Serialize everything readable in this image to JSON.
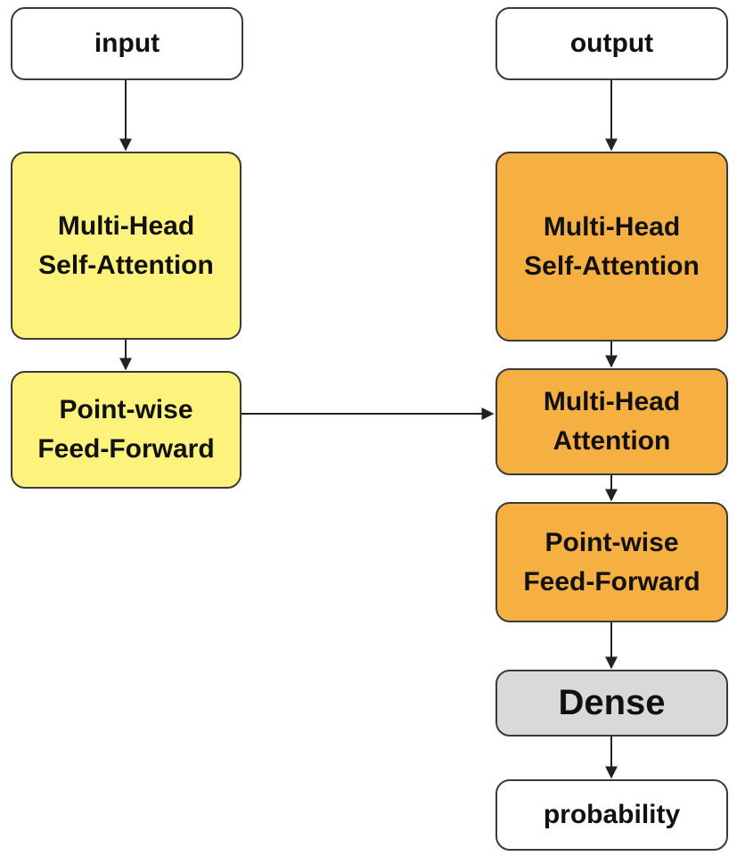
{
  "encoder": {
    "input": "input",
    "self_attention": "Multi-Head\nSelf-Attention",
    "feed_forward": "Point-wise\nFeed-Forward"
  },
  "decoder": {
    "output": "output",
    "self_attention": "Multi-Head\nSelf-Attention",
    "attention": "Multi-Head\nAttention",
    "feed_forward": "Point-wise\nFeed-Forward",
    "dense": "Dense",
    "probability": "probability"
  },
  "colors": {
    "encoder_fill": "#fdf27c",
    "decoder_fill": "#f6b041",
    "dense_fill": "#d9d9d9",
    "io_fill": "#ffffff",
    "stroke": "#3a3a3a"
  }
}
